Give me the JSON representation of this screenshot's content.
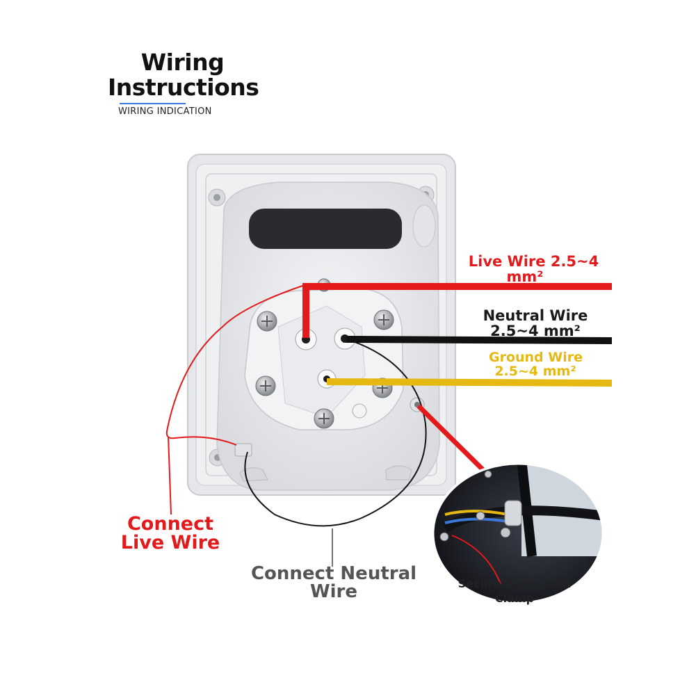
{
  "header": {
    "title_line1": "Wiring",
    "title_line2": "Instructions",
    "subtitle": "WIRING INDICATION"
  },
  "labels": {
    "live_wire_line1": "Live Wire 2.5~4",
    "live_wire_line2": "mm²",
    "neutral_wire_line1": "Neutral Wire",
    "neutral_wire_line2": "2.5~4 mm²",
    "ground_wire_line1": "Ground Wire",
    "ground_wire_line2": "2.5~4 mm²",
    "connect_live_line1": "Connect",
    "connect_live_line2": "Live Wire",
    "connect_neutral_line1": "Connect Neutral",
    "connect_neutral_line2": "Wire",
    "clamp_line1": "Secure Cable with",
    "clamp_line2": "Clamp"
  },
  "colors": {
    "live": "#e3191b",
    "neutral": "#111111",
    "ground": "#e5b911",
    "accent_underline": "#3b78d8"
  }
}
